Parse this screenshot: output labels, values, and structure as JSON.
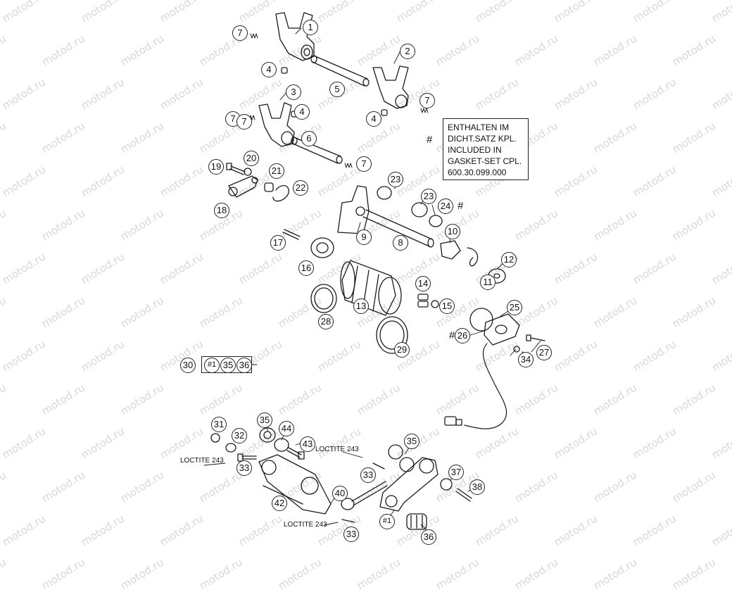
{
  "watermark": "motod.ru",
  "note": {
    "lines": [
      "ENTHALTEN IM",
      "DICHT.SATZ KPL.",
      "INCLUDED IN",
      "GASKET-SET CPL.",
      "600.30.099.000"
    ],
    "marker": "#"
  },
  "set_group": {
    "label": "30",
    "members": [
      "#1",
      "35",
      "36"
    ]
  },
  "adhesive_label": "LOCTITE 243",
  "callouts": [
    "1",
    "2",
    "3",
    "4",
    "4",
    "4",
    "5",
    "6",
    "7",
    "7",
    "7",
    "7",
    "7",
    "8",
    "9",
    "10",
    "11",
    "12",
    "13",
    "14",
    "15",
    "16",
    "17",
    "18",
    "19",
    "20",
    "21",
    "22",
    "23",
    "23",
    "24",
    "25",
    "26",
    "27",
    "28",
    "29",
    "31",
    "32",
    "33",
    "33",
    "33",
    "34",
    "35",
    "35",
    "36",
    "37",
    "38",
    "40",
    "42",
    "43",
    "44",
    "#1"
  ],
  "hash_marks": [
    "#",
    "#",
    "#"
  ]
}
